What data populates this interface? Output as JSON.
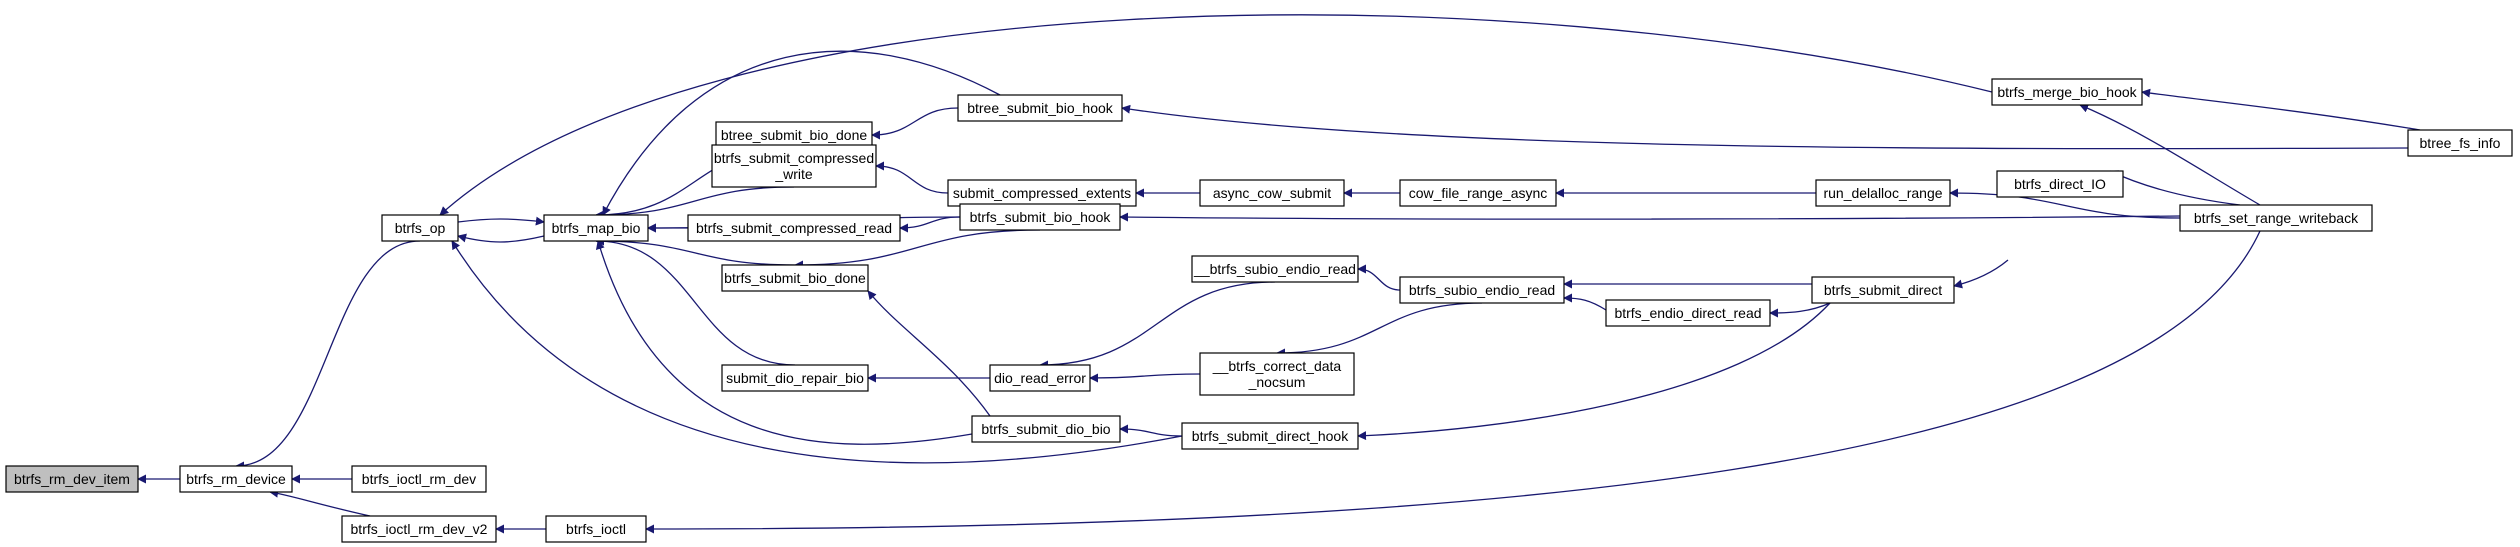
{
  "colors": {
    "edge": "#191970",
    "node_fill": "#ffffff",
    "highlight_fill": "#bfbfbf",
    "border": "#000000"
  },
  "nodes": {
    "btrfs_rm_dev_item": {
      "lines": [
        "btrfs_rm_dev_item"
      ],
      "highlight": true
    },
    "btrfs_rm_device": {
      "lines": [
        "btrfs_rm_device"
      ]
    },
    "btrfs_op": {
      "lines": [
        "btrfs_op"
      ]
    },
    "btrfs_ioctl_rm_dev": {
      "lines": [
        "btrfs_ioctl_rm_dev"
      ]
    },
    "btrfs_ioctl_rm_dev_v2": {
      "lines": [
        "btrfs_ioctl_rm_dev_v2"
      ]
    },
    "btrfs_map_bio": {
      "lines": [
        "btrfs_map_bio"
      ]
    },
    "btrfs_ioctl": {
      "lines": [
        "btrfs_ioctl"
      ]
    },
    "btree_submit_bio_done": {
      "lines": [
        "btree_submit_bio_done"
      ]
    },
    "btrfs_submit_compressed_write": {
      "lines": [
        "btrfs_submit_compressed",
        "_write"
      ]
    },
    "btrfs_submit_compressed_read": {
      "lines": [
        "btrfs_submit_compressed_read"
      ]
    },
    "btrfs_submit_bio_done": {
      "lines": [
        "btrfs_submit_bio_done"
      ]
    },
    "submit_dio_repair_bio": {
      "lines": [
        "submit_dio_repair_bio"
      ]
    },
    "btree_submit_bio_hook": {
      "lines": [
        "btree_submit_bio_hook"
      ]
    },
    "submit_compressed_extents": {
      "lines": [
        "submit_compressed_extents"
      ]
    },
    "btrfs_submit_bio_hook": {
      "lines": [
        "btrfs_submit_bio_hook"
      ]
    },
    "dio_read_error": {
      "lines": [
        "dio_read_error"
      ]
    },
    "btrfs_submit_dio_bio": {
      "lines": [
        "btrfs_submit_dio_bio"
      ]
    },
    "async_cow_submit": {
      "lines": [
        "async_cow_submit"
      ]
    },
    "__btrfs_subio_endio_read": {
      "lines": [
        "__btrfs_subio_endio_read"
      ]
    },
    "__btrfs_correct_data_nocsum": {
      "lines": [
        "__btrfs_correct_data",
        "_nocsum"
      ]
    },
    "btrfs_submit_direct_hook": {
      "lines": [
        "btrfs_submit_direct_hook"
      ]
    },
    "cow_file_range_async": {
      "lines": [
        "cow_file_range_async"
      ]
    },
    "btrfs_subio_endio_read": {
      "lines": [
        "btrfs_subio_endio_read"
      ]
    },
    "btrfs_endio_direct_read": {
      "lines": [
        "btrfs_endio_direct_read"
      ]
    },
    "run_delalloc_range": {
      "lines": [
        "run_delalloc_range"
      ]
    },
    "btrfs_submit_direct": {
      "lines": [
        "btrfs_submit_direct"
      ]
    },
    "btrfs_merge_bio_hook": {
      "lines": [
        "btrfs_merge_bio_hook"
      ]
    },
    "btrfs_direct_IO": {
      "lines": [
        "btrfs_direct_IO"
      ]
    },
    "btrfs_set_range_writeback": {
      "lines": [
        "btrfs_set_range_writeback"
      ]
    },
    "btree_fs_info": {
      "lines": [
        "btree_fs_info"
      ]
    }
  },
  "edges": [
    [
      "btrfs_rm_device",
      "btrfs_rm_dev_item"
    ],
    [
      "btrfs_op",
      "btrfs_rm_device"
    ],
    [
      "btrfs_ioctl_rm_dev",
      "btrfs_rm_device"
    ],
    [
      "btrfs_ioctl_rm_dev_v2",
      "btrfs_rm_device"
    ],
    [
      "btrfs_map_bio",
      "btrfs_op"
    ],
    [
      "btrfs_merge_bio_hook",
      "btrfs_op"
    ],
    [
      "btrfs_submit_direct_hook",
      "btrfs_op"
    ],
    [
      "btrfs_op",
      "btrfs_map_bio"
    ],
    [
      "btree_submit_bio_done",
      "btrfs_map_bio"
    ],
    [
      "btree_submit_bio_hook",
      "btrfs_map_bio"
    ],
    [
      "btrfs_submit_compressed_write",
      "btrfs_map_bio"
    ],
    [
      "btrfs_submit_compressed_read",
      "btrfs_map_bio"
    ],
    [
      "btrfs_submit_bio_hook",
      "btrfs_map_bio"
    ],
    [
      "btrfs_submit_bio_done",
      "btrfs_map_bio"
    ],
    [
      "submit_dio_repair_bio",
      "btrfs_map_bio"
    ],
    [
      "btrfs_submit_dio_bio",
      "btrfs_map_bio"
    ],
    [
      "btrfs_ioctl",
      "btrfs_ioctl_rm_dev_v2"
    ],
    [
      "btree_submit_bio_hook",
      "btree_submit_bio_done"
    ],
    [
      "submit_compressed_extents",
      "btrfs_submit_compressed_write"
    ],
    [
      "btrfs_submit_bio_hook",
      "btrfs_submit_compressed_read"
    ],
    [
      "btrfs_submit_bio_hook",
      "btrfs_submit_bio_done"
    ],
    [
      "btrfs_submit_dio_bio",
      "btrfs_submit_bio_done"
    ],
    [
      "dio_read_error",
      "submit_dio_repair_bio"
    ],
    [
      "btree_fs_info",
      "btree_submit_bio_hook"
    ],
    [
      "async_cow_submit",
      "submit_compressed_extents"
    ],
    [
      "btrfs_set_range_writeback",
      "btrfs_submit_bio_hook"
    ],
    [
      "__btrfs_subio_endio_read",
      "dio_read_error"
    ],
    [
      "__btrfs_correct_data_nocsum",
      "dio_read_error"
    ],
    [
      "btrfs_submit_direct_hook",
      "btrfs_submit_dio_bio"
    ],
    [
      "cow_file_range_async",
      "async_cow_submit"
    ],
    [
      "btrfs_subio_endio_read",
      "__btrfs_subio_endio_read"
    ],
    [
      "btrfs_subio_endio_read",
      "__btrfs_correct_data_nocsum"
    ],
    [
      "btrfs_submit_direct",
      "btrfs_submit_direct_hook"
    ],
    [
      "run_delalloc_range",
      "cow_file_range_async"
    ],
    [
      "btrfs_submit_direct",
      "btrfs_subio_endio_read"
    ],
    [
      "btrfs_endio_direct_read",
      "btrfs_subio_endio_read"
    ],
    [
      "btrfs_submit_direct",
      "btrfs_endio_direct_read"
    ],
    [
      "btrfs_set_range_writeback",
      "run_delalloc_range"
    ],
    [
      "btrfs_direct_IO",
      "btrfs_submit_direct"
    ],
    [
      "btree_fs_info",
      "btrfs_merge_bio_hook"
    ],
    [
      "btrfs_set_range_writeback",
      "btrfs_merge_bio_hook"
    ],
    [
      "btrfs_set_range_writeback",
      "btrfs_direct_IO"
    ],
    [
      "btrfs_set_range_writeback",
      "btrfs_ioctl"
    ],
    [
      "btrfs_ioctl",
      "btrfs_set_range_writeback"
    ]
  ]
}
